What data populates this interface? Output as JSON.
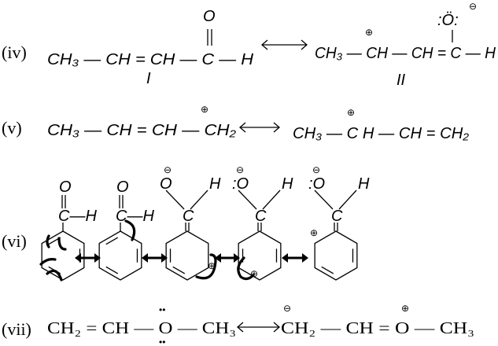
{
  "labels": {
    "iv": "(iv)",
    "v": "(v)",
    "vi": "(vi)",
    "vii": "(vii)"
  },
  "iv": {
    "left": "CH₃ — CH = CH — C — H",
    "left_oxygen": "O",
    "left_label": "I",
    "right": "CH₃ — CH — CH = C — H",
    "right_oxygen": ":Ö:",
    "right_label": "II",
    "plus": "⊕",
    "minus": "⊖"
  },
  "v": {
    "left": "CH₃ — CH = CH — CH₂",
    "right": "CH₃ — C H — CH = CH₂",
    "plus": "⊕"
  },
  "vi": {
    "oxygen": "O",
    "carbon": "C",
    "hydrogen": "H",
    "ch": "C—H",
    "plus": "⊕",
    "minus": "⊖"
  },
  "vii": {
    "left": "CH₂ = CH — O — CH₃",
    "right": "CH₂ — CH = O — CH₃",
    "minus": "⊖",
    "plus": "⊕",
    "lone_pair": "••"
  }
}
